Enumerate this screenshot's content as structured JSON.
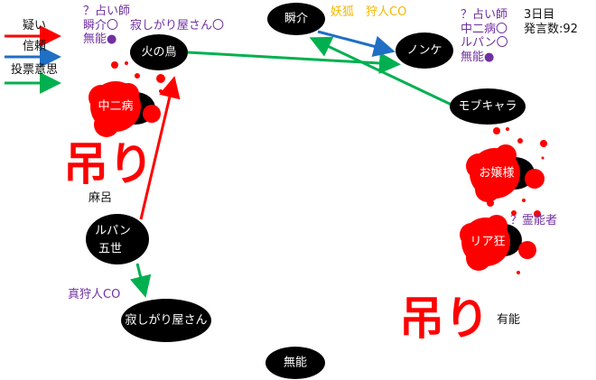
{
  "legend": {
    "items": [
      {
        "label": "疑い",
        "color": "#ff0000"
      },
      {
        "label": "信頼",
        "color": "#1f6fc5"
      },
      {
        "label": "投票意思",
        "color": "#00b050"
      }
    ]
  },
  "status": {
    "day": "3日目",
    "post_count": "発言数:92"
  },
  "hanged_label": "吊り",
  "nodes": {
    "hinotori": "火の鳥",
    "shunsuke": "瞬介",
    "nonke": "ノンケ",
    "mobukyara": "モブキャラ",
    "chunibyo": "中二病",
    "maro": "麻呂",
    "lupin_1": "ルパン",
    "lupin_2": "五世",
    "sabishigari": "寂しがり屋さん",
    "muno": "無能",
    "ojosama": "お嬢様",
    "riakyo": "リア狂",
    "yuno": "有能"
  },
  "annotations": {
    "hinotori_seer": [
      "？占い師",
      "瞬介〇　寂しがり屋さん〇",
      "無能●"
    ],
    "shunsuke_co": "妖狐　狩人CO",
    "nonke_seer": [
      "？占い師",
      "中二病〇",
      "ルパン〇",
      "無能●"
    ],
    "riakyo_medium": "？霊能者",
    "sabishigari_co": "真狩人CO"
  },
  "colors": {
    "suspect": "#ff0000",
    "trust": "#1f6fc5",
    "vote": "#00b050",
    "dead": "#ff0000",
    "note": "#7030a0",
    "fox": "#f5b800"
  }
}
